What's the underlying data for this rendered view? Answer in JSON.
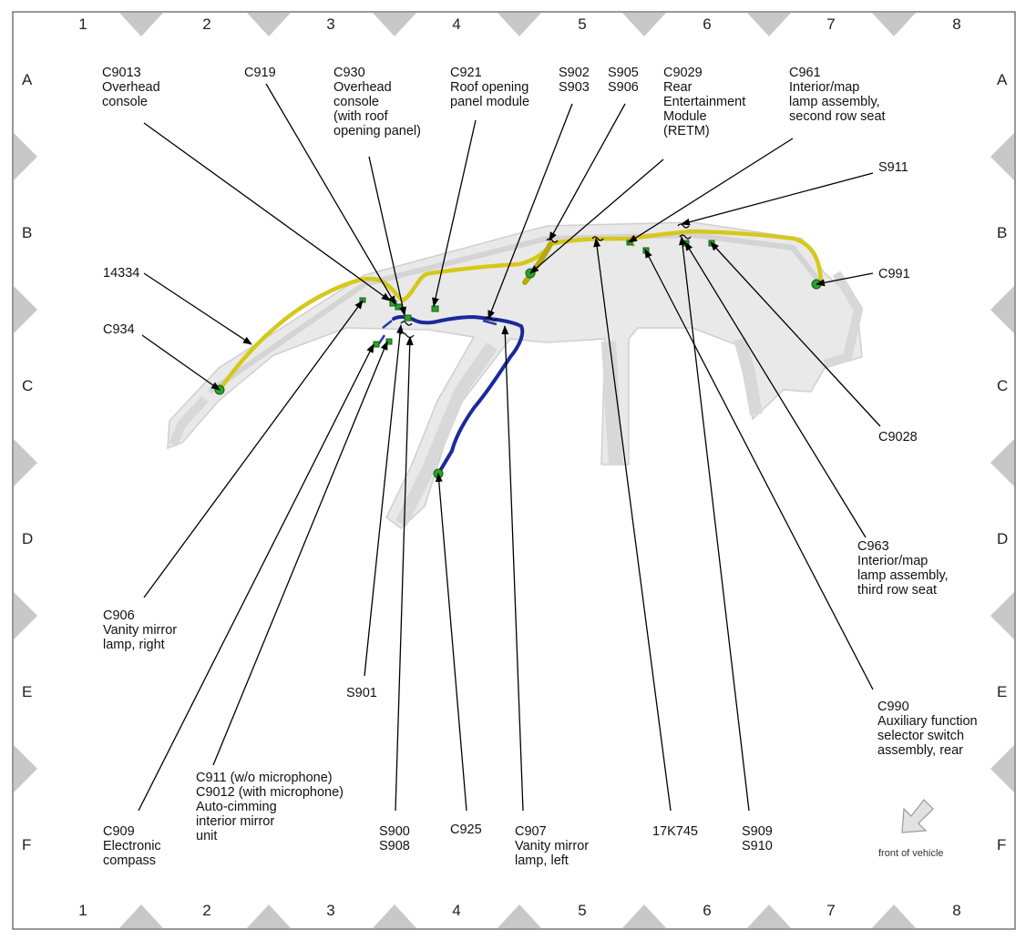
{
  "grid": {
    "columns": [
      "1",
      "2",
      "3",
      "4",
      "5",
      "6",
      "7",
      "8"
    ],
    "rows": [
      "A",
      "B",
      "C",
      "D",
      "E",
      "F"
    ]
  },
  "colors": {
    "border": "#555555",
    "tab": "#c8c8c8",
    "roof": "#e9e9e9",
    "roof_edge": "#cfcfcf",
    "harness_yellow": "#d6c81a",
    "harness_blue": "#1a2a9a",
    "connector": "#2ca02c",
    "leader": "#000000"
  },
  "labels": {
    "c9013": [
      "C9013",
      "Overhead",
      "console"
    ],
    "c919": [
      "C919"
    ],
    "c930": [
      "C930",
      "Overhead",
      "console",
      "(with roof",
      "opening panel)"
    ],
    "c921": [
      "C921",
      "Roof opening",
      "panel module"
    ],
    "s902_s903": [
      "S902",
      "S903"
    ],
    "s905_s906": [
      "S905",
      "S906"
    ],
    "c9029": [
      "C9029",
      "Rear",
      "Entertainment",
      "Module",
      "(RETM)"
    ],
    "c961": [
      "C961",
      "Interior/map",
      "lamp assembly,",
      "second row seat"
    ],
    "s911": [
      "S911"
    ],
    "c991": [
      "C991"
    ],
    "n14334": [
      "14334"
    ],
    "c934": [
      "C934"
    ],
    "c9028": [
      "C9028"
    ],
    "c963": [
      "C963",
      "Interior/map",
      "lamp assembly,",
      "third row seat"
    ],
    "c906": [
      "C906",
      "Vanity mirror",
      "lamp, right"
    ],
    "s901": [
      "S901"
    ],
    "c990": [
      "C990",
      "Auxiliary function",
      "selector switch",
      "assembly, rear"
    ],
    "c911_c9012": [
      "C911  (w/o microphone)",
      "C9012   (with microphone)",
      "Auto-cimming",
      "interior mirror",
      "unit"
    ],
    "c909": [
      "C909",
      "Electronic",
      "compass"
    ],
    "s900_s908": [
      "S900",
      "S908"
    ],
    "c925": [
      "C925"
    ],
    "c907": [
      "C907",
      "Vanity mirror",
      "lamp, left"
    ],
    "k17745": [
      "17K745"
    ],
    "s909_s910": [
      "S909",
      "S910"
    ]
  },
  "front_of_vehicle": "front of vehicle",
  "front_arrow_icon": "front-of-vehicle-arrow-icon"
}
